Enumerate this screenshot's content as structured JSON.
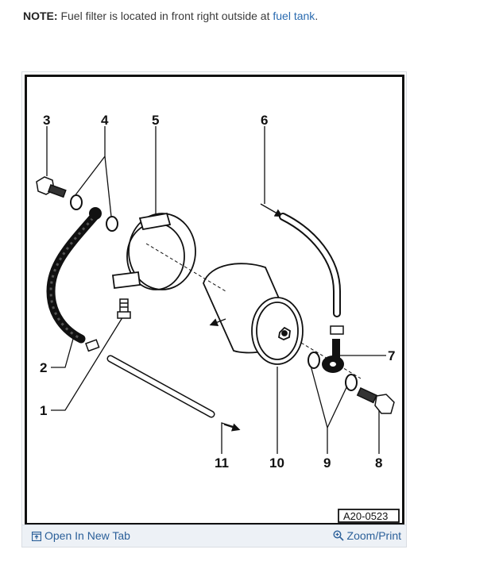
{
  "note": {
    "label": "NOTE:",
    "text": " Fuel filter is located in front right outside at ",
    "link": "fuel tank",
    "end": "."
  },
  "diagram": {
    "callouts": [
      "1",
      "2",
      "3",
      "4",
      "5",
      "6",
      "7",
      "8",
      "9",
      "10",
      "11"
    ],
    "figure_code": "A20-0523"
  },
  "footer": {
    "open_tab": "Open In New Tab",
    "zoom_print": "Zoom/Print"
  },
  "colors": {
    "link": "#2a6bb0",
    "footer_bg": "#edf1f6"
  },
  "icons": {
    "open_tab": "open-new-tab-icon",
    "zoom": "zoom-magnifier-icon"
  }
}
